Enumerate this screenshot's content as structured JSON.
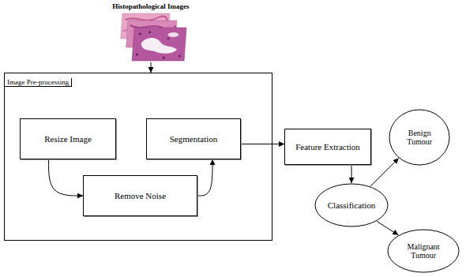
{
  "diagram": {
    "nodes": [
      {
        "text": [
          "Histopathological Images"
        ]
      },
      {
        "text": [
          "Image Pre-processing"
        ]
      },
      {
        "text": [
          "Resize Image"
        ],
        "in": 1
      },
      {
        "text": [
          "Remove Noise"
        ],
        "in": 1
      },
      {
        "text": [
          "Segmentation"
        ],
        "in": 1
      },
      {
        "text": [
          "Feature Extraction"
        ]
      },
      {
        "text": [
          "Classification"
        ]
      },
      {
        "text": [
          "Benign Tumour"
        ]
      },
      {
        "text": [
          "Malignant Tumour"
        ]
      }
    ],
    "edges": [
      {
        "from": 0,
        "to": 1,
        "arrow": "to"
      },
      {
        "from": 2,
        "to": 3,
        "arrow": "to"
      },
      {
        "from": 3,
        "to": 4,
        "arrow": "to"
      },
      {
        "from": 4,
        "to": 5,
        "arrow": "to"
      },
      {
        "from": 5,
        "to": 6,
        "arrow": "to"
      },
      {
        "from": 6,
        "to": 7,
        "arrow": "to"
      },
      {
        "from": 6,
        "to": 8,
        "arrow": "to"
      }
    ]
  }
}
